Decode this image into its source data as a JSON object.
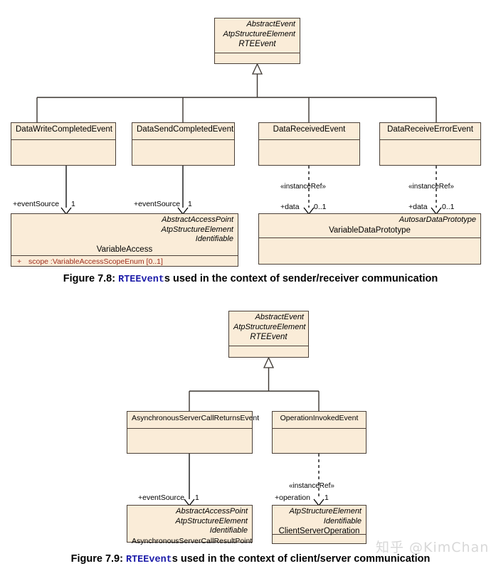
{
  "figure1": {
    "caption_prefix": "Figure 7.8: ",
    "caption_mono": "RTEEvent",
    "caption_suffix": "s used in the context of sender/receiver communication",
    "root": {
      "stereotypes": [
        "AbstractEvent",
        "AtpStructureElement"
      ],
      "name": "RTEEvent"
    },
    "subclasses": [
      {
        "name": "DataWriteCompletedEvent"
      },
      {
        "name": "DataSendCompletedEvent"
      },
      {
        "name": "DataReceivedEvent"
      },
      {
        "name": "DataReceiveErrorEvent"
      }
    ],
    "variable_access": {
      "stereotypes": [
        "AbstractAccessPoint",
        "AtpStructureElement",
        "Identifiable"
      ],
      "name": "VariableAccess",
      "attributes": [
        {
          "visibility": "+",
          "text": "scope  :VariableAccessScopeEnum [0..1]"
        }
      ]
    },
    "variable_data_prototype": {
      "stereotypes": [
        "AutosarDataPrototype"
      ],
      "name": "VariableDataPrototype"
    },
    "edges": [
      {
        "role": "+eventSource",
        "multiplicity": "1"
      },
      {
        "role": "+eventSource",
        "multiplicity": "1"
      },
      {
        "stereotype": "«instanceRef»",
        "role": "+data",
        "multiplicity": "0..1"
      },
      {
        "stereotype": "«instanceRef»",
        "role": "+data",
        "multiplicity": "0..1"
      }
    ]
  },
  "figure2": {
    "caption_prefix": "Figure 7.9: ",
    "caption_mono": "RTEEvent",
    "caption_suffix": "s used in the context of client/server communication",
    "root": {
      "stereotypes": [
        "AbstractEvent",
        "AtpStructureElement"
      ],
      "name": "RTEEvent"
    },
    "subclasses": [
      {
        "name": "AsynchronousServerCallReturnsEvent"
      },
      {
        "name": "OperationInvokedEvent"
      }
    ],
    "result_point": {
      "stereotypes": [
        "AbstractAccessPoint",
        "AtpStructureElement",
        "Identifiable"
      ],
      "name": "AsynchronousServerCallResultPoint"
    },
    "client_server_operation": {
      "stereotypes": [
        "AtpStructureElement",
        "Identifiable"
      ],
      "name": "ClientServerOperation"
    },
    "edges": [
      {
        "role": "+eventSource",
        "multiplicity": "1"
      },
      {
        "stereotype": "«instanceRef»",
        "role": "+operation",
        "multiplicity": "1"
      }
    ]
  },
  "watermark": {
    "text": "知乎 @KimChan"
  },
  "colors": {
    "box_fill": "#faecd8",
    "box_border": "#4a4038",
    "attribute_text": "#a03020",
    "caption_mono": "#1a1aa8",
    "watermark": "#d8d8d8"
  }
}
